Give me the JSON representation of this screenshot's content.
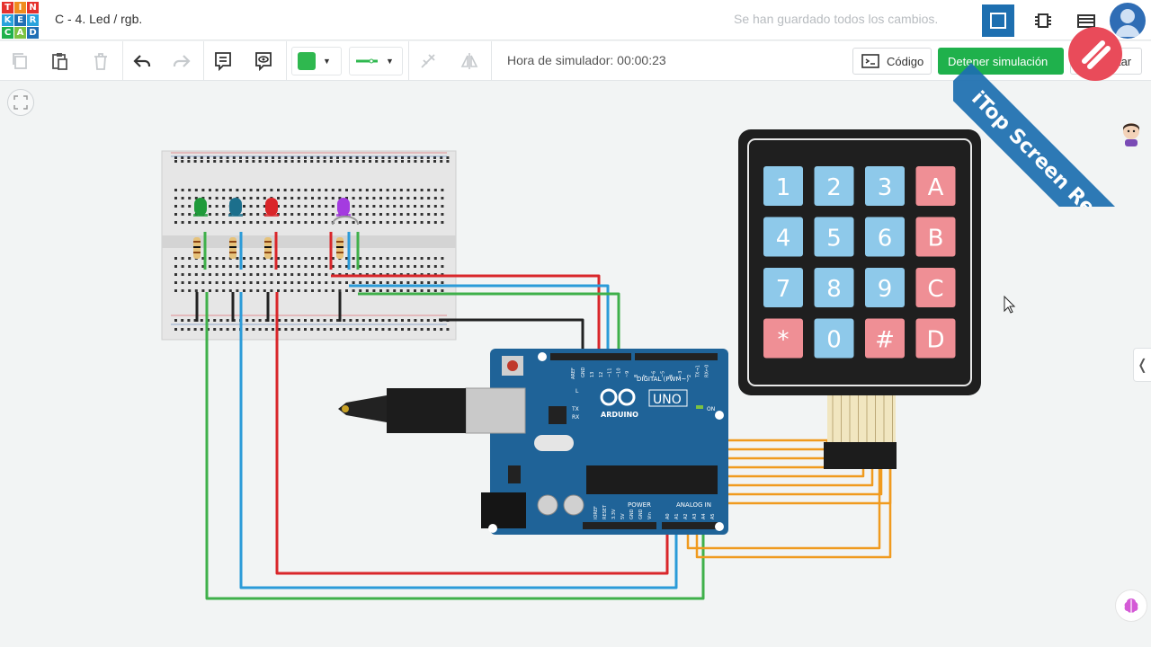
{
  "app": {
    "logo_letters": [
      "T",
      "I",
      "N",
      "K",
      "E",
      "R",
      "C",
      "A",
      "D"
    ],
    "logo_colors": [
      "#e5322d",
      "#f08c1e",
      "#e5322d",
      "#29a3dc",
      "#1f6fb5",
      "#29a3dc",
      "#1fb14c",
      "#7cc242",
      "#1f6fb5"
    ],
    "title": "C - 4. Led / rgb.",
    "save_status": "Se han guardado todos los cambios."
  },
  "toolbar": {
    "icons": [
      "copy-icon",
      "paste-icon",
      "delete-icon",
      "undo-icon",
      "redo-icon",
      "note-icon",
      "visibility-icon",
      "color-swatch",
      "wire-type",
      "align-icon",
      "flip-icon"
    ],
    "sim_time_label": "Hora de simulador: 00:00:23",
    "code_label": "Código",
    "stop_label": "Detener simulación",
    "export_label": "Exportar",
    "wire_color": "#2fb84f"
  },
  "watermark": {
    "text": "iTop Screen Recorder"
  },
  "circuit": {
    "arduino": {
      "brand": "ARDUINO",
      "model": "UNO",
      "labels": {
        "digital": "DIGITAL (PWM~)",
        "power": "POWER",
        "analog": "ANALOG IN",
        "on": "ON",
        "tx": "TX",
        "rx": "RX",
        "l": "L",
        "aref": "AREF",
        "gnd": "GND"
      },
      "digital_pins": [
        "13",
        "12",
        "~11",
        "~10",
        "~9",
        "8",
        "7",
        "~6",
        "~5",
        "4",
        "~3",
        "2",
        "TX→1",
        "RX←0"
      ],
      "power_pins": [
        "IOREF",
        "RESET",
        "3.3V",
        "5V",
        "GND",
        "GND",
        "Vin"
      ],
      "analog_pins": [
        "A0",
        "A1",
        "A2",
        "A3",
        "A4",
        "A5"
      ]
    },
    "keypad": {
      "keys": [
        {
          "label": "1",
          "kind": "num"
        },
        {
          "label": "2",
          "kind": "num"
        },
        {
          "label": "3",
          "kind": "num"
        },
        {
          "label": "A",
          "kind": "letter"
        },
        {
          "label": "4",
          "kind": "num"
        },
        {
          "label": "5",
          "kind": "num"
        },
        {
          "label": "6",
          "kind": "num"
        },
        {
          "label": "B",
          "kind": "letter"
        },
        {
          "label": "7",
          "kind": "num"
        },
        {
          "label": "8",
          "kind": "num"
        },
        {
          "label": "9",
          "kind": "num"
        },
        {
          "label": "C",
          "kind": "letter"
        },
        {
          "label": "*",
          "kind": "letter"
        },
        {
          "label": "0",
          "kind": "num"
        },
        {
          "label": "#",
          "kind": "letter"
        },
        {
          "label": "D",
          "kind": "letter"
        }
      ],
      "num_color": "#8ec9ea",
      "letter_color": "#ef8f95"
    },
    "leds": [
      {
        "color": "#1f9a3a",
        "name": "green"
      },
      {
        "color": "#1c6f8c",
        "name": "blue"
      },
      {
        "color": "#d9262a",
        "name": "red"
      },
      {
        "color": "#a43be0",
        "name": "rgb"
      }
    ],
    "wire_colors": {
      "red": "#d9262a",
      "blue": "#2b9bd8",
      "green": "#3fb04a",
      "black": "#222222",
      "orange": "#f09a1e"
    }
  }
}
